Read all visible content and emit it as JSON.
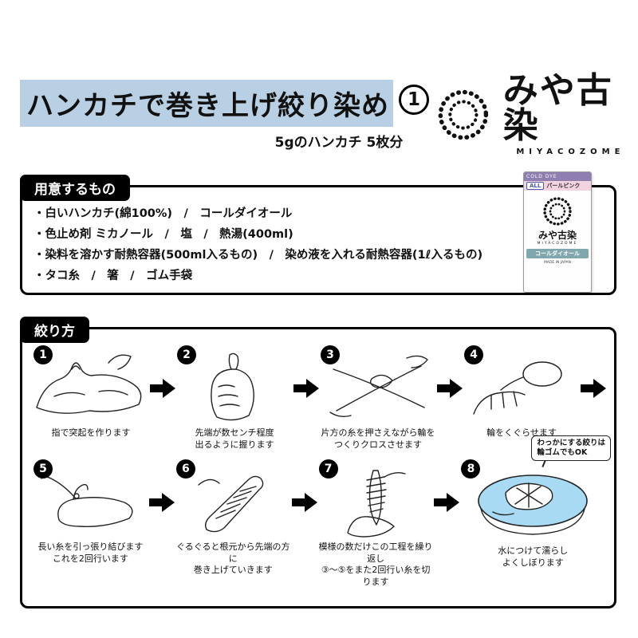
{
  "header": {
    "title": "ハンカチで巻き上げ絞り染め",
    "step_number": "1",
    "subtitle": "5gのハンカチ 5枚分"
  },
  "logo": {
    "brand": "みや古染",
    "brand_sub": "MIYACOZOME"
  },
  "prepare": {
    "heading": "用意するもの",
    "items": [
      "・白いハンカチ(綿100%)　/　コールダイオール",
      "・色止め剤 ミカノール　/　塩　/　熱湯(400ml)",
      "・染料を溶かす耐熱容器(500ml入るもの)　/　染め液を入れる耐熱容器(1ℓ入るもの)",
      "・タコ糸　/　箸　/　ゴム手袋"
    ],
    "product": {
      "band_top": "COLD DYE",
      "badge": "ALL",
      "shade": "パールピンク",
      "brand": "みや古染",
      "brand_sub": "MIYACOZOME",
      "product_name": "コールダイオール",
      "made": "MADE IN JAPAN"
    }
  },
  "shibori": {
    "heading": "絞り方",
    "steps": [
      {
        "num": "1",
        "caption": "指で突起を作ります"
      },
      {
        "num": "2",
        "caption": "先端が数センチ程度\n出るように握ります"
      },
      {
        "num": "3",
        "caption": "片方の糸を押さえながら輪を\nつくりクロスさせます"
      },
      {
        "num": "4",
        "caption": "輪をくぐらせます"
      },
      {
        "num": "5",
        "caption": "長い糸を引っ張り結びます\nこれを2回行います"
      },
      {
        "num": "6",
        "caption": "ぐるぐると根元から先端の方に\n巻き上げていきます"
      },
      {
        "num": "7",
        "caption": "模様の数だけこの工程を繰り返し\n③〜⑤をまた2回行い糸を切ります"
      },
      {
        "num": "8",
        "caption": "水につけて濡らし\nよくしぼります"
      }
    ],
    "callout": "わっかにする絞りは\n輪ゴムでもOK"
  },
  "colors": {
    "title_highlight": "#b9d0e4",
    "water_blue": "#a9daf3",
    "package_purple": "#8f7fb0",
    "package_pink": "#f3d3e0",
    "package_teal": "#7fa7ad"
  }
}
